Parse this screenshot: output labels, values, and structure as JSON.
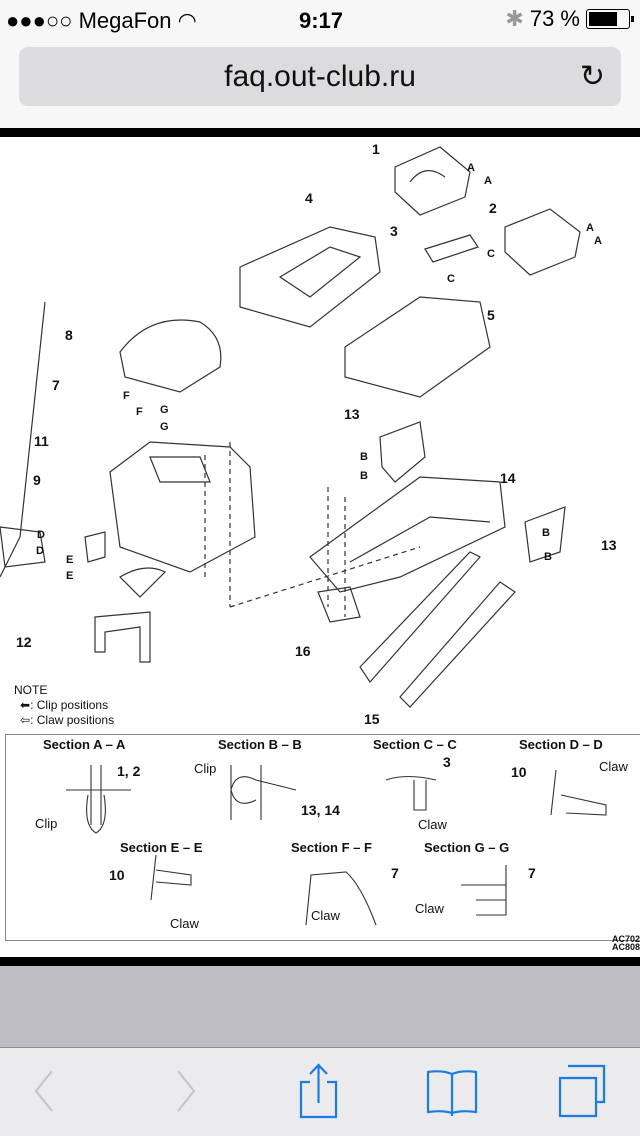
{
  "status_bar": {
    "signal": "●●●○○",
    "carrier": "MegaFon",
    "time": "9:17",
    "battery_percent": "73 %",
    "battery_level": 0.73
  },
  "browser": {
    "url": "faq.out-club.ru",
    "reload_icon": "reload-icon",
    "accent": "#1a7ee0"
  },
  "diagram": {
    "part_labels": [
      {
        "text": "1"
      },
      {
        "text": "A"
      },
      {
        "text": "A"
      },
      {
        "text": "2"
      },
      {
        "text": "A"
      },
      {
        "text": "A"
      },
      {
        "text": "4"
      },
      {
        "text": "3"
      },
      {
        "text": "C"
      },
      {
        "text": "C"
      },
      {
        "text": "5"
      },
      {
        "text": "8"
      },
      {
        "text": "7"
      },
      {
        "text": "F"
      },
      {
        "text": "F"
      },
      {
        "text": "G"
      },
      {
        "text": "G"
      },
      {
        "text": "11"
      },
      {
        "text": "13"
      },
      {
        "text": "B"
      },
      {
        "text": "B"
      },
      {
        "text": "9"
      },
      {
        "text": "14"
      },
      {
        "text": "D"
      },
      {
        "text": "D"
      },
      {
        "text": "E"
      },
      {
        "text": "E"
      },
      {
        "text": "13"
      },
      {
        "text": "B"
      },
      {
        "text": "B"
      },
      {
        "text": "12"
      },
      {
        "text": "16"
      },
      {
        "text": "15"
      }
    ],
    "note": {
      "title": "NOTE",
      "clip": ": Clip positions",
      "claw": ": Claw positions"
    },
    "sections": [
      {
        "title": "Section A – A",
        "callouts": [
          "1, 2",
          "Clip"
        ]
      },
      {
        "title": "Section B – B",
        "callouts": [
          "Clip",
          "13, 14"
        ]
      },
      {
        "title": "Section C – C",
        "callouts": [
          "3",
          "Claw"
        ]
      },
      {
        "title": "Section D – D",
        "callouts": [
          "10",
          "Claw"
        ]
      },
      {
        "title": "Section E – E",
        "callouts": [
          "10",
          "Claw"
        ]
      },
      {
        "title": "Section F – F",
        "callouts": [
          "7",
          "Claw"
        ]
      },
      {
        "title": "Section G – G",
        "callouts": [
          "7",
          "Claw"
        ]
      }
    ],
    "codes": [
      "AC702",
      "AC808"
    ]
  },
  "toolbar": {
    "back": "back-icon",
    "forward": "forward-icon",
    "share": "share-icon",
    "bookmarks": "bookmarks-icon",
    "tabs": "tabs-icon"
  }
}
